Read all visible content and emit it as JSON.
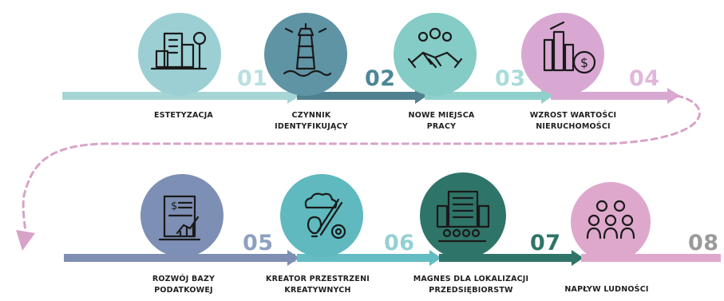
{
  "colors": {
    "light_teal": "#9ccfd4",
    "steel_blue": "#5f94a4",
    "mint": "#85cbc6",
    "lilac": "#d8a8d2",
    "slate_blue": "#7d8fb4",
    "teal": "#5fb9bf",
    "dark_teal": "#2f7468",
    "pink": "#dea8cc",
    "arrow_row1": "#a6d5d6",
    "arrow_row2": "#7f8fb3",
    "dashed_connector": "#d7a3c8",
    "icon_line": "#1a1a1a"
  },
  "steps": [
    {
      "number": "01",
      "label": [
        "ESTETYZACJA"
      ],
      "icon": "building-tree-icon",
      "circle_color": "#9ccfd4",
      "number_color": "#b9dfe1"
    },
    {
      "number": "02",
      "label": [
        "CZYNNIK",
        "IDENTYFIKUJĄCY"
      ],
      "icon": "lighthouse-icon",
      "circle_color": "#5f94a4",
      "number_color": "#4d8697"
    },
    {
      "number": "03",
      "label": [
        "NOWE MIEJSCA",
        "PRACY"
      ],
      "icon": "handshake-icon",
      "circle_color": "#85cbc6",
      "number_color": "#a9dcd8"
    },
    {
      "number": "04",
      "label": [
        "WZROST WARTOŚCI",
        "NIERUCHOMOŚCI"
      ],
      "icon": "buildings-money-icon",
      "circle_color": "#d8a8d2",
      "number_color": "#e0b7da"
    },
    {
      "number": "05",
      "label": [
        "ROZWÓJ BAZY",
        "PODATKOWEJ"
      ],
      "icon": "tax-document-chart-icon",
      "circle_color": "#7d8fb4",
      "number_color": "#8ea0c2"
    },
    {
      "number": "06",
      "label": [
        "KREATOR PRZESTRZENI",
        "KREATYWNYCH"
      ],
      "icon": "creative-tools-icon",
      "circle_color": "#5fb9bf",
      "number_color": "#93d0d2"
    },
    {
      "number": "07",
      "label": [
        "MAGNES DLA LOKALIZACJI",
        "PRZEDSIĘBIORSTW"
      ],
      "icon": "office-building-people-icon",
      "circle_color": "#2f7468",
      "number_color": "#2f7468"
    },
    {
      "number": "08",
      "label": [
        "NAPŁYW LUDNOŚCI"
      ],
      "icon": "crowd-people-icon",
      "circle_color": "#dea8cc",
      "number_color": "#9a9a9a"
    }
  ]
}
